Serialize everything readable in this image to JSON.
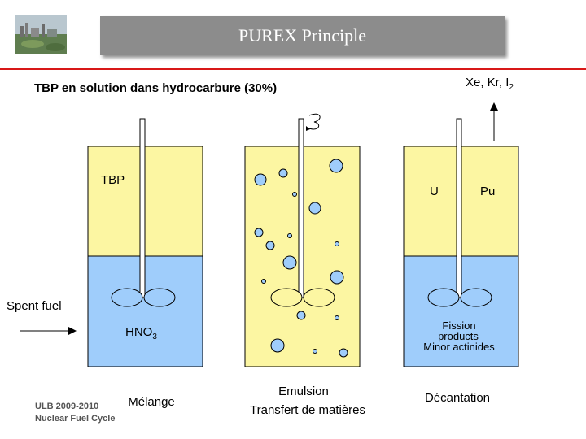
{
  "title": "PUREX Principle",
  "subtitle": "TBP en solution dans hydrocarbure (30%)",
  "gas_label": {
    "text": "Xe, Kr, I",
    "sub": "2"
  },
  "input_label": "Spent fuel",
  "tanks": {
    "mixing": {
      "organic_label": "TBP",
      "aqueous_label": {
        "text": "HNO",
        "sub": "3"
      },
      "caption": "Mélange"
    },
    "emulsion": {
      "caption_line1": "Emulsion",
      "caption_line2": "Transfert de matières"
    },
    "settling": {
      "organic_u": "U",
      "organic_pu": "Pu",
      "aqueous_line1": "Fission",
      "aqueous_line2": "products",
      "aqueous_line3": "Minor actinides",
      "caption": "Décantation"
    }
  },
  "footer": {
    "line1": "ULB 2009-2010",
    "line2": "Nuclear Fuel Cycle"
  },
  "colors": {
    "organic": "#fcf6a2",
    "aqueous": "#9fcdfb",
    "title_bar": "#8c8c8c",
    "rule": "#d81818",
    "bubble": "#9fcdfb"
  }
}
